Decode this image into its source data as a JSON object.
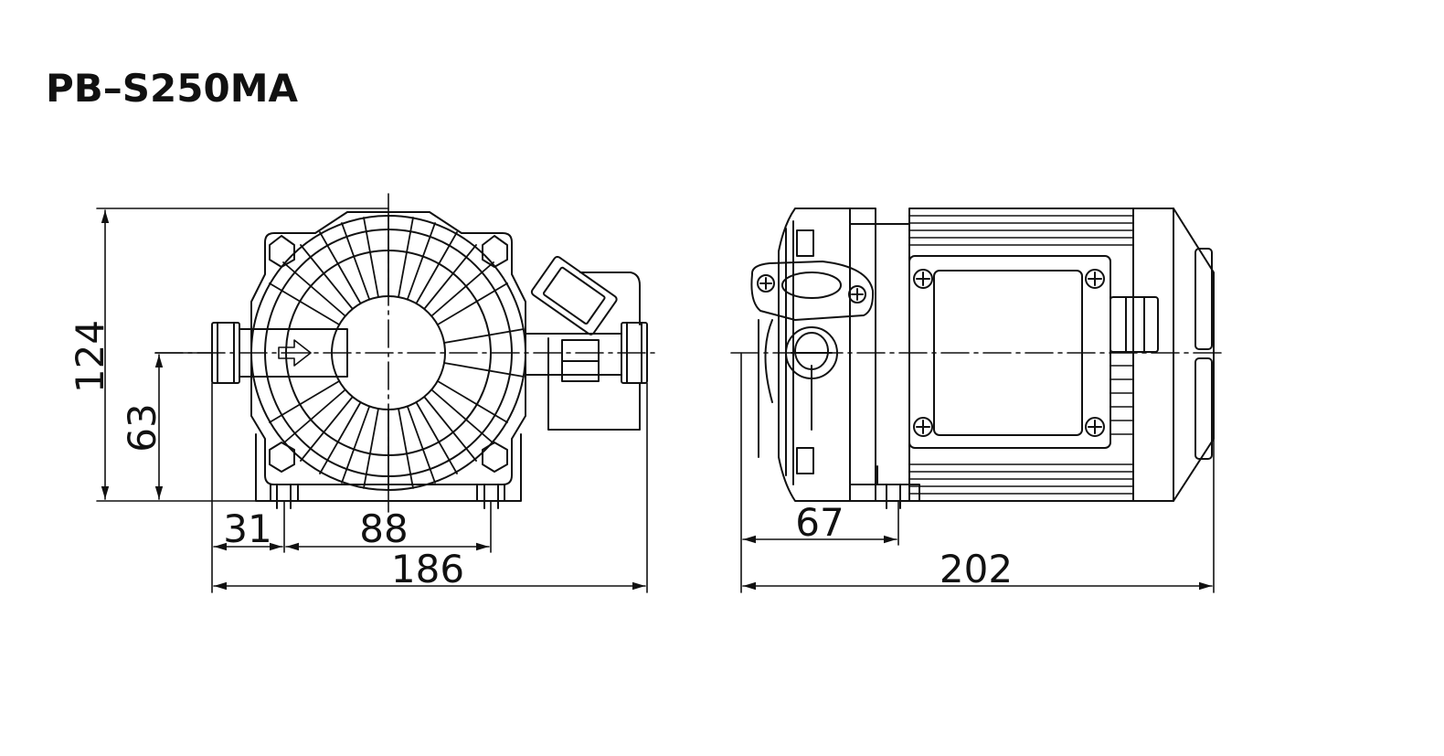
{
  "title": "PB–S250MA",
  "dimensions": {
    "height_total": "124",
    "height_axis": "63",
    "front_offset": "31",
    "front_base": "88",
    "front_width": "186",
    "side_base": "67",
    "side_length": "202"
  },
  "colors": {
    "line": "#111111",
    "background": "#ffffff"
  }
}
